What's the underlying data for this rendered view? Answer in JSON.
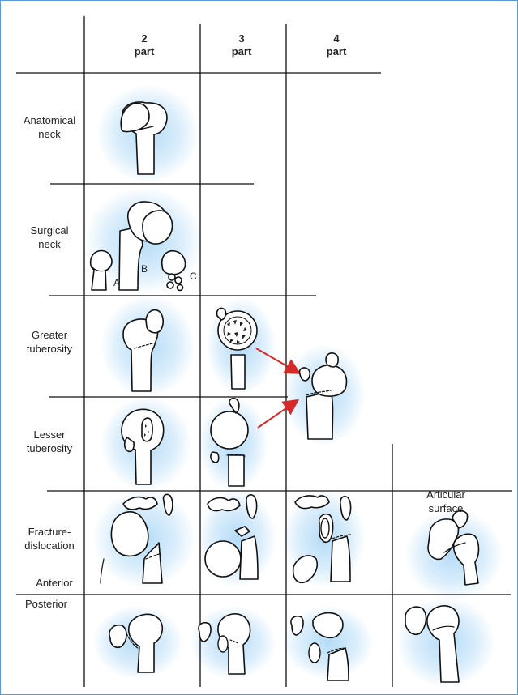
{
  "columns": [
    {
      "id": "two",
      "label": "2\npart"
    },
    {
      "id": "three",
      "label": "3\npart"
    },
    {
      "id": "four",
      "label": "4\npart"
    }
  ],
  "rows": [
    {
      "id": "anatomical",
      "label": "Anatomical\nneck"
    },
    {
      "id": "surgical",
      "label": "Surgical\nneck"
    },
    {
      "id": "greater",
      "label": "Greater\ntuberosity"
    },
    {
      "id": "lesser",
      "label": "Lesser\ntuberosity"
    },
    {
      "id": "fracture",
      "label": "Fracture-\ndislocation"
    },
    {
      "id": "anterior",
      "label": "Anterior"
    },
    {
      "id": "posterior",
      "label": "Posterior"
    }
  ],
  "extra": {
    "articular": "Articular\nsurface"
  },
  "surgical_sublabels": {
    "a": "A",
    "b": "B",
    "c": "C"
  },
  "colors": {
    "border": "#5b9bd5",
    "glow": "#8cc8f0",
    "arrow": "#d62a2a",
    "line": "#111111"
  }
}
